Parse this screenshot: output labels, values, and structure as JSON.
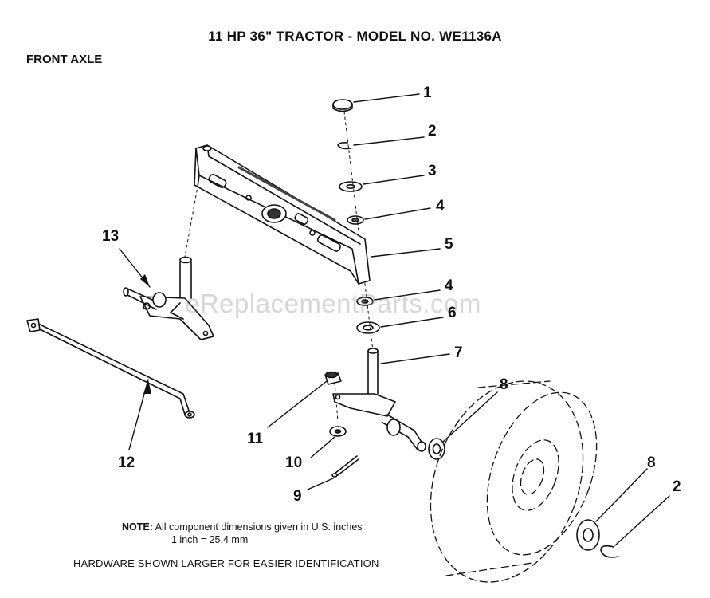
{
  "title": "11 HP 36\" TRACTOR - MODEL NO. WE1136A",
  "section": "FRONT AXLE",
  "watermark": "eReplacementParts.com",
  "callouts": [
    "1",
    "2",
    "3",
    "4",
    "5",
    "4",
    "6",
    "7",
    "8",
    "11",
    "10",
    "9",
    "12",
    "13",
    "8",
    "2"
  ],
  "note": {
    "label": "NOTE:",
    "text": "All component dimensions given in U.S. inches",
    "conversion": "1 inch = 25.4 mm"
  },
  "hardware_note": "HARDWARE SHOWN LARGER FOR EASIER IDENTIFICATION"
}
